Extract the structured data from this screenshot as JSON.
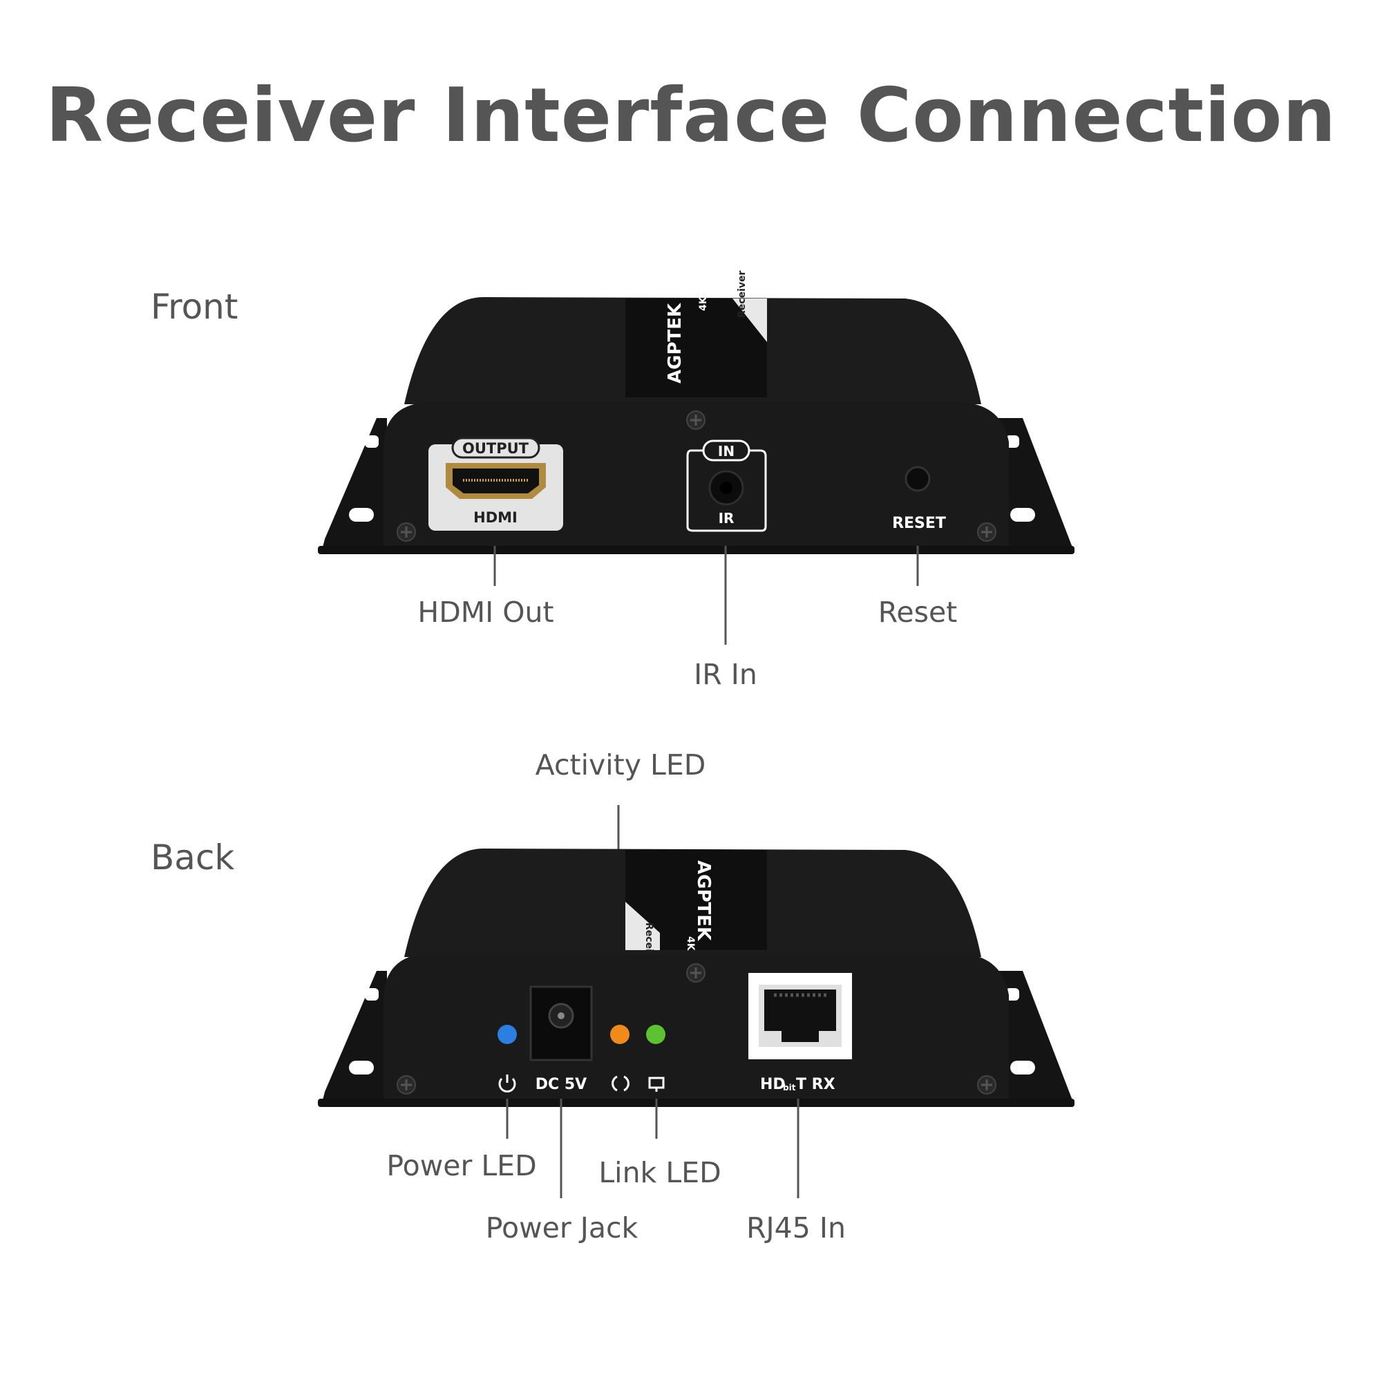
{
  "title": "Receiver Interface Connection",
  "front": {
    "label": "Front",
    "panel": {
      "output_tag": "OUTPUT",
      "hdmi_tag": "HDMI",
      "in_tag": "IN",
      "ir_tag": "IR",
      "reset_tag": "RESET",
      "top_text": "Receiver",
      "top_text_2": "4K",
      "logo": "AGPTEK"
    },
    "callouts": {
      "hdmi_out": "HDMI Out",
      "ir_in": "IR In",
      "reset": "Reset"
    }
  },
  "back": {
    "label": "Back",
    "panel": {
      "dc_tag": "DC 5V",
      "hdbit_prefix": "HD",
      "hdbit_sub": "bit",
      "hdbit_suffix": "T RX",
      "top_text": "Receiver",
      "top_text_2": "4K",
      "logo": "AGPTEK"
    },
    "callouts": {
      "activity_led": "Activity LED",
      "power_led": "Power LED",
      "link_led": "Link LED",
      "power_jack": "Power Jack",
      "rj45_in": "RJ45 In"
    }
  },
  "colors": {
    "text": "#555555",
    "device": "#1a1a1a",
    "power_led": "#2a7fe0",
    "activity_led": "#f08a1a",
    "link_led": "#5cc232",
    "hdmi_plate": "#e4e4e4"
  },
  "icons": [
    "power-icon",
    "sync-icon",
    "network-icon",
    "hdmi-port-icon",
    "rj45-port-icon"
  ]
}
